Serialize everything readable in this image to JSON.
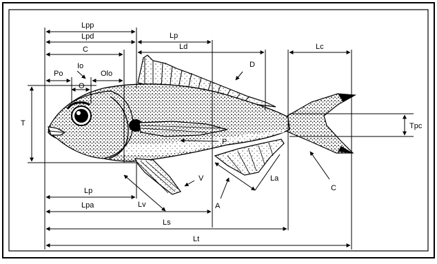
{
  "labels": {
    "Lpp": "Lpp",
    "Lpd": "Lpd",
    "C_top": "C",
    "Lp_top": "Lp",
    "Ld": "Ld",
    "Lc": "Lc",
    "Po": "Po",
    "Io": "Io",
    "O": "O",
    "Olo": "Olo",
    "D": "D",
    "T": "T",
    "Tpc": "Tpc",
    "P": "P",
    "La": "La",
    "C_tail": "C",
    "V": "V",
    "A": "A",
    "Lv": "Lv",
    "Lp_bottom": "Lp",
    "Lpa": "Lpa",
    "Ls": "Ls",
    "Lt": "Lt"
  },
  "colors": {
    "ink": "#000000",
    "background": "#ffffff"
  }
}
